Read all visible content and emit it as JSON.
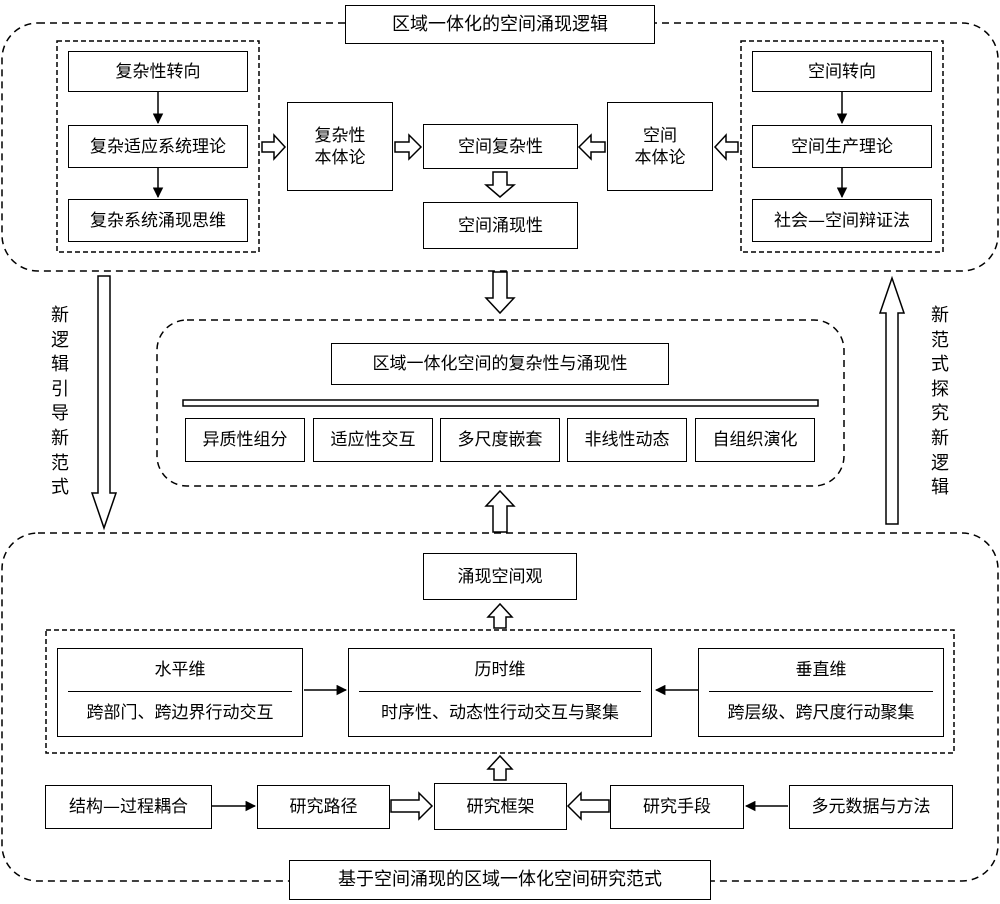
{
  "top_section": {
    "title": "区域一体化的空间涌现逻辑",
    "left_group": [
      "复杂性转向",
      "复杂适应系统理论",
      "复杂系统涌现思维"
    ],
    "right_group": [
      "空间转向",
      "空间生产理论",
      "社会—空间辩证法"
    ],
    "complexity_ontology": [
      "复杂性",
      "本体论"
    ],
    "spatial_ontology": [
      "空间",
      "本体论"
    ],
    "spatial_complexity": "空间复杂性",
    "spatial_emergence": "空间涌现性"
  },
  "left_arrow_label": "新逻辑引导新范式",
  "right_arrow_label": "新范式探究新逻辑",
  "middle_section": {
    "title": "区域一体化空间的复杂性与涌现性",
    "features": [
      "异质性组分",
      "适应性交互",
      "多尺度嵌套",
      "非线性动态",
      "自组织演化"
    ]
  },
  "bottom_section": {
    "title": "基于空间涌现的区域一体化空间研究范式",
    "emergent_view": "涌现空间观",
    "horizontal": {
      "heading": "水平维",
      "body": "跨部门、跨边界行动交互"
    },
    "diachronic": {
      "heading": "历时维",
      "body": "时序性、动态性行动交互与聚集"
    },
    "vertical": {
      "heading": "垂直维",
      "body": "跨层级、跨尺度行动聚集"
    },
    "structure_process": "结构—过程耦合",
    "research_path": "研究路径",
    "research_framework": "研究框架",
    "research_means": "研究手段",
    "multi_data": "多元数据与方法"
  }
}
